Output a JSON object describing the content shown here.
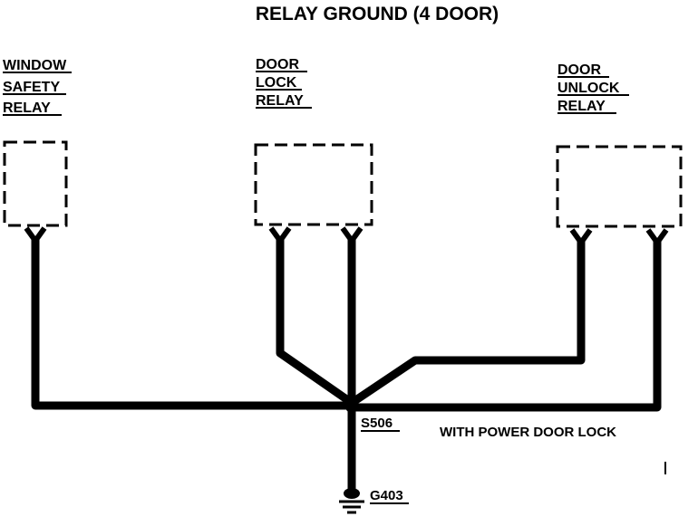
{
  "diagram": {
    "title": "RELAY GROUND (4 DOOR)",
    "relays": [
      {
        "lines": [
          "WINDOW",
          "SAFETY",
          "RELAY"
        ]
      },
      {
        "lines": [
          "DOOR",
          "LOCK",
          "RELAY"
        ]
      },
      {
        "lines": [
          "DOOR",
          "UNLOCK",
          "RELAY"
        ]
      }
    ],
    "splice_label": "S506",
    "ground_label": "G403",
    "note": "WITH POWER DOOR LOCK"
  }
}
